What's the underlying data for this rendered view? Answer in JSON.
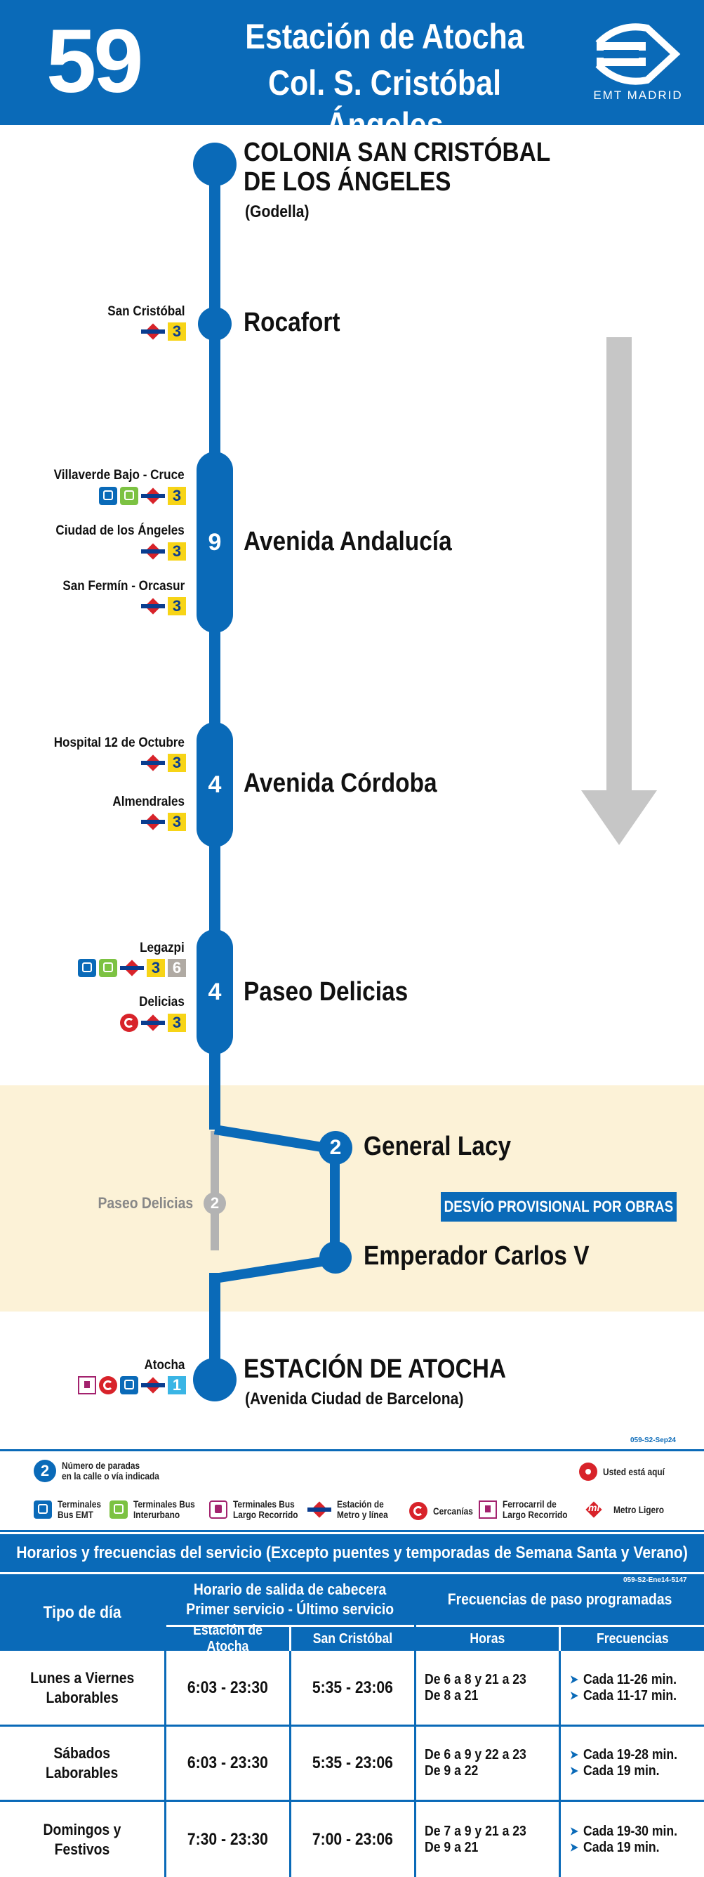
{
  "header": {
    "line_number": "59",
    "destination_1": "Estación de Atocha",
    "destination_2": "Col. S. Cristóbal Ángeles",
    "brand": "EMT MADRID"
  },
  "stops": [
    {
      "name": "COLONIA SAN CRISTÓBAL\nDE LOS ÁNGELES",
      "sub": "(Godella)"
    },
    {
      "name": "Rocafort",
      "connections": [
        {
          "label": "San Cristóbal",
          "icons": [
            "metro",
            "line-3"
          ]
        }
      ]
    },
    {
      "name": "Avenida Andalucía",
      "count": "9",
      "connections": [
        {
          "label": "Villaverde Bajo - Cruce",
          "icons": [
            "bus-emt",
            "bus-interurbano",
            "metro",
            "line-3"
          ]
        },
        {
          "label": "Ciudad de los Ángeles",
          "icons": [
            "metro",
            "line-3"
          ]
        },
        {
          "label": "San Fermín - Orcasur",
          "icons": [
            "metro",
            "line-3"
          ]
        }
      ]
    },
    {
      "name": "Avenida Córdoba",
      "count": "4",
      "connections": [
        {
          "label": "Hospital 12 de Octubre",
          "icons": [
            "metro",
            "line-3"
          ]
        },
        {
          "label": "Almendrales",
          "icons": [
            "metro",
            "line-3"
          ]
        }
      ]
    },
    {
      "name": "Paseo Delicias",
      "count": "4",
      "connections": [
        {
          "label": "Legazpi",
          "icons": [
            "bus-emt",
            "bus-interurbano",
            "metro",
            "line-3",
            "line-6"
          ]
        },
        {
          "label": "Delicias",
          "icons": [
            "cercanias",
            "metro",
            "line-3"
          ]
        }
      ]
    },
    {
      "name": "General Lacy",
      "count": "2"
    },
    {
      "name": "Emperador Carlos V"
    },
    {
      "name": "ESTACIÓN DE ATOCHA",
      "sub": "(Avenida Ciudad de Barcelona)",
      "connections": [
        {
          "label": "Atocha",
          "icons": [
            "ferrocarril",
            "cercanias",
            "bus-emt",
            "metro",
            "line-1"
          ]
        }
      ]
    }
  ],
  "line_badges": {
    "l3": "3",
    "l6": "6",
    "l1": "1"
  },
  "detour": {
    "label": "DESVÍO PROVISIONAL POR OBRAS",
    "skipped_stop": "Paseo Delicias",
    "skipped_count": "2"
  },
  "codes": {
    "map_code": "059-S2-Sep24",
    "table_code": "059-S2-Ene14-5147"
  },
  "legend": {
    "bubble_sample": "2",
    "paradas": "Número de paradas\nen la calle o vía indicada",
    "usted": "Usted está aquí",
    "terminales_emt": "Terminales\nBus EMT",
    "terminales_inter": "Terminales Bus\nInterurbano",
    "terminales_largo": "Terminales Bus\nLargo Recorrido",
    "metro": "Estación de\nMetro y línea",
    "cercanias": "Cercanías",
    "ferrocarril": "Ferrocarril de\nLargo Recorrido",
    "metro_ligero": "Metro Ligero"
  },
  "schedule": {
    "title": "Horarios y frecuencias del servicio (Excepto puentes y temporadas de Semana Santa y Verano)",
    "col_tipo": "Tipo de día",
    "col_horario": "Horario de salida de cabecera\nPrimer servicio - Último servicio",
    "col_frecuencias_group": "Frecuencias de paso programadas",
    "col_atocha": "Estación de Atocha",
    "col_cristobal": "San Cristóbal",
    "col_horas": "Horas",
    "col_frecuencias": "Frecuencias",
    "rows": [
      {
        "tipo": "Lunes a Viernes\nLaborables",
        "atocha": "6:03 - 23:30",
        "cristobal": "5:35 - 23:06",
        "horas": [
          "De 6 a 8 y 21 a 23",
          "De 8 a 21"
        ],
        "frecuencias": [
          "Cada 11-26 min.",
          "Cada 11-17 min."
        ]
      },
      {
        "tipo": "Sábados\nLaborables",
        "atocha": "6:03 - 23:30",
        "cristobal": "5:35 - 23:06",
        "horas": [
          "De 6 a 9 y 22 a 23",
          "De 9 a 22"
        ],
        "frecuencias": [
          "Cada 19-28 min.",
          "Cada 19 min."
        ]
      },
      {
        "tipo": "Domingos y\nFestivos",
        "atocha": "7:30 - 23:30",
        "cristobal": "7:00 - 23:06",
        "horas": [
          "De 7 a 9 y 21 a 23",
          "De 9 a 21"
        ],
        "frecuencias": [
          "Cada 19-30 min.",
          "Cada 19 min."
        ]
      }
    ]
  },
  "colors": {
    "emt_blue": "#0a6ab8",
    "detour_bg": "#fcf2d7",
    "metro_red": "#d8232a",
    "line3_yellow": "#f7d417"
  }
}
